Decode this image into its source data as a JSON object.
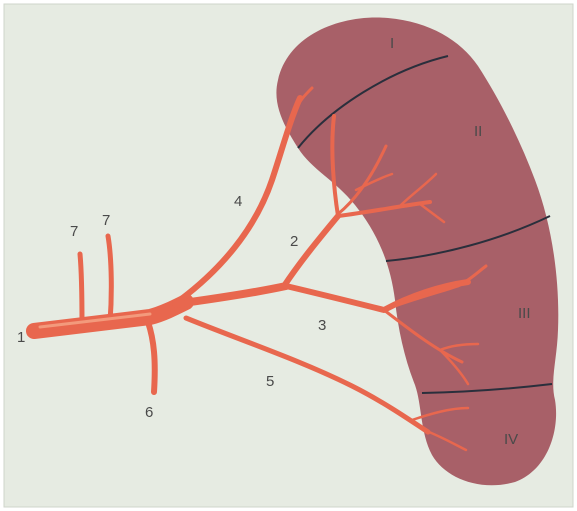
{
  "colors": {
    "background": "#e6ebe2",
    "spleen": "#a86068",
    "vessel": "#e8674e",
    "vessel_highlight": "#f39a7c",
    "segment_line": "#2a2f3c",
    "label": "#4a4a4a"
  },
  "labels": {
    "artery_main": "1",
    "branch_2": "2",
    "branch_3": "3",
    "branch_4": "4",
    "branch_5": "5",
    "branch_6": "6",
    "branch_7a": "7",
    "branch_7b": "7",
    "segment_1": "I",
    "segment_2": "II",
    "segment_3": "III",
    "segment_4": "IV"
  }
}
